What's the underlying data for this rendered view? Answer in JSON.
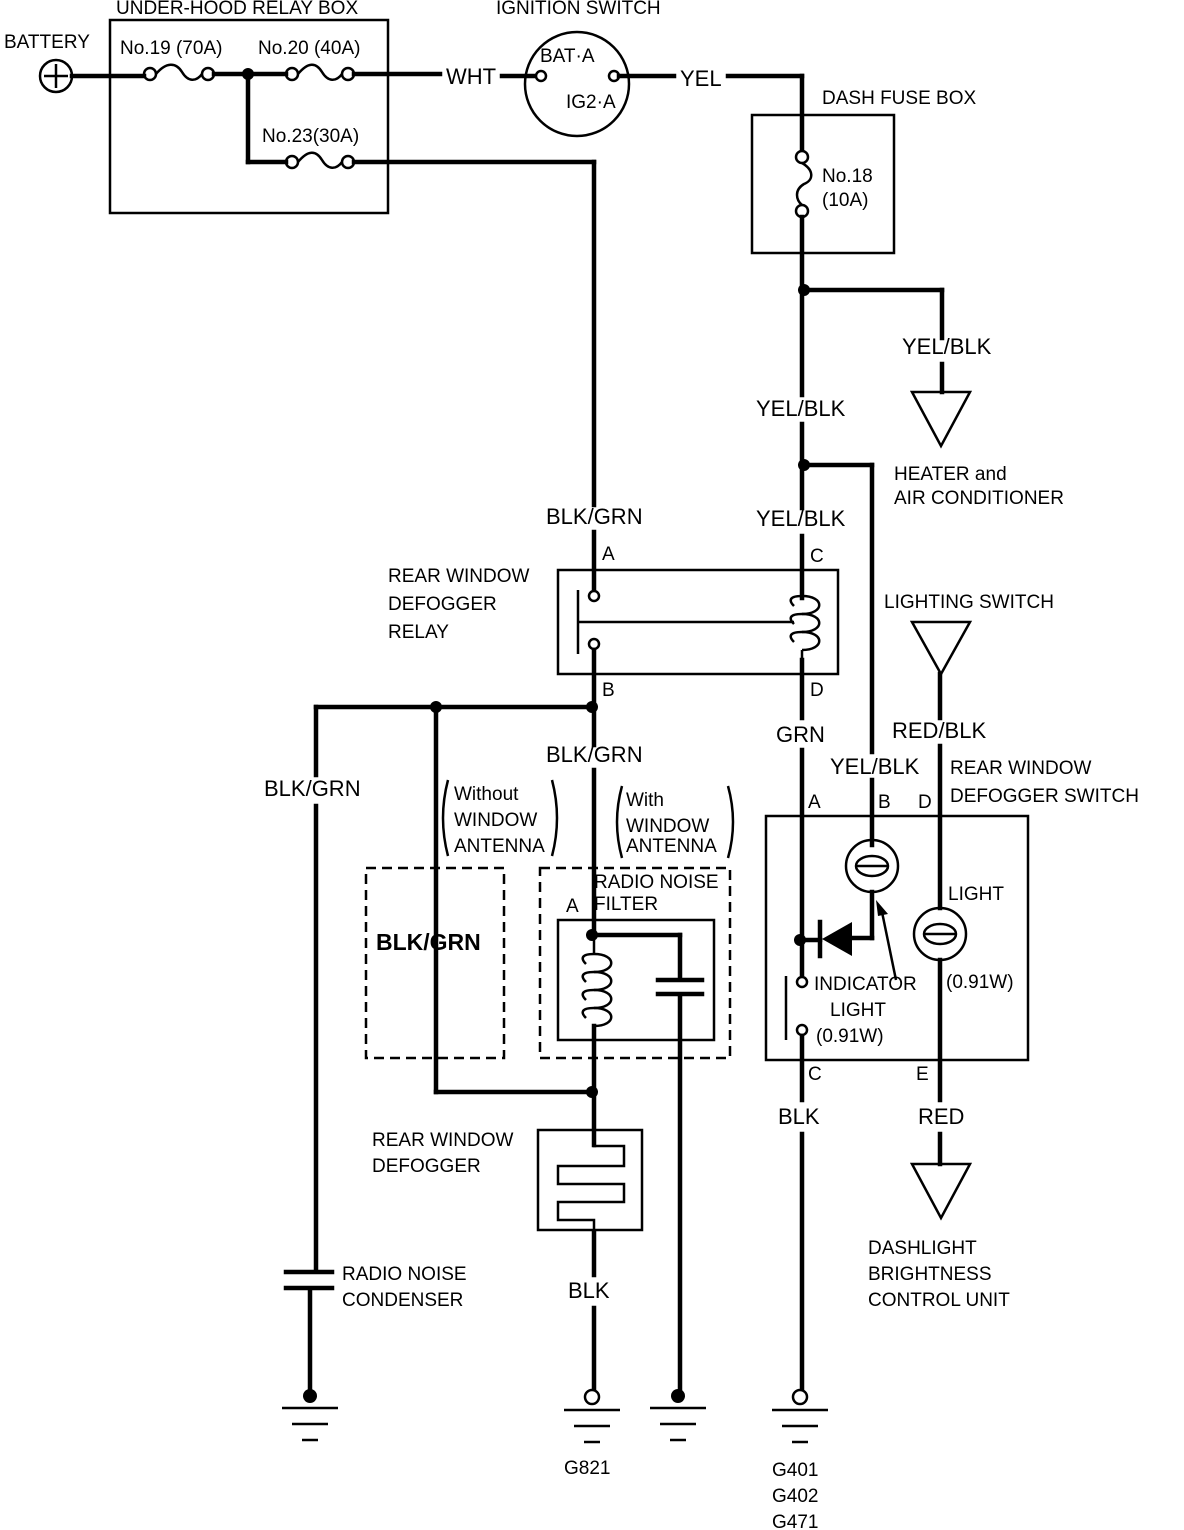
{
  "components": {
    "battery": "BATTERY",
    "relay_box": "UNDER-HOOD RELAY BOX",
    "fuse19": "No.19 (70A)",
    "fuse20": "No.20 (40A)",
    "fuse23": "No.23(30A)",
    "ignition_switch": "IGNITION SWITCH",
    "ign_bat": "BAT·A",
    "ign_ig2": "IG2·A",
    "dash_fuse_box": "DASH FUSE BOX",
    "fuse18_num": "No.18",
    "fuse18_rating": "(10A)",
    "heater_line1": "HEATER and",
    "heater_line2": "AIR CONDITIONER",
    "relay_line1": "REAR WINDOW",
    "relay_line2": "DEFOGGER",
    "relay_line3": "RELAY",
    "lighting_switch": "LIGHTING SWITCH",
    "def_switch_line1": "REAR WINDOW",
    "def_switch_line2": "DEFOGGER SWITCH",
    "light_label": "LIGHT",
    "light_watt": "(0.91W)",
    "indicator_line1": "INDICATOR",
    "indicator_line2": "LIGHT",
    "indicator_watt": "(0.91W)",
    "without_line1": "Without",
    "without_line2": "WINDOW",
    "without_line3": "ANTENNA",
    "with_line1": "With",
    "with_line2": "WINDOW",
    "with_line3": "ANTENNA",
    "noise_filter_line1": "RADIO NOISE",
    "noise_filter_line2": "FILTER",
    "defogger_line1": "REAR WINDOW",
    "defogger_line2": "DEFOGGER",
    "condenser_line1": "RADIO NOISE",
    "condenser_line2": "CONDENSER",
    "dimmer_line1": "DASHLIGHT",
    "dimmer_line2": "BRIGHTNESS",
    "dimmer_line3": "CONTROL UNIT"
  },
  "wires": {
    "wht": "WHT",
    "yel": "YEL",
    "yel_blk_heater": "YEL/BLK",
    "yel_blk_main": "YEL/BLK",
    "yel_blk_relay": "YEL/BLK",
    "yel_blk_switch": "YEL/BLK",
    "blk_grn_top": "BLK/GRN",
    "blk_grn_mid": "BLK/GRN",
    "blk_grn_left": "BLK/GRN",
    "blk_grn_box": "BLK/GRN",
    "grn": "GRN",
    "red_blk": "RED/BLK",
    "red": "RED",
    "blk_defogger": "BLK",
    "blk_switch": "BLK"
  },
  "terminals": {
    "relay_a": "A",
    "relay_b": "B",
    "relay_c": "C",
    "relay_d": "D",
    "filter_a": "A",
    "switch_a": "A",
    "switch_b": "B",
    "switch_c": "C",
    "switch_d": "D",
    "switch_e": "E"
  },
  "grounds": {
    "g821": "G821",
    "g401": "G401",
    "g402": "G402",
    "g471": "G471"
  }
}
